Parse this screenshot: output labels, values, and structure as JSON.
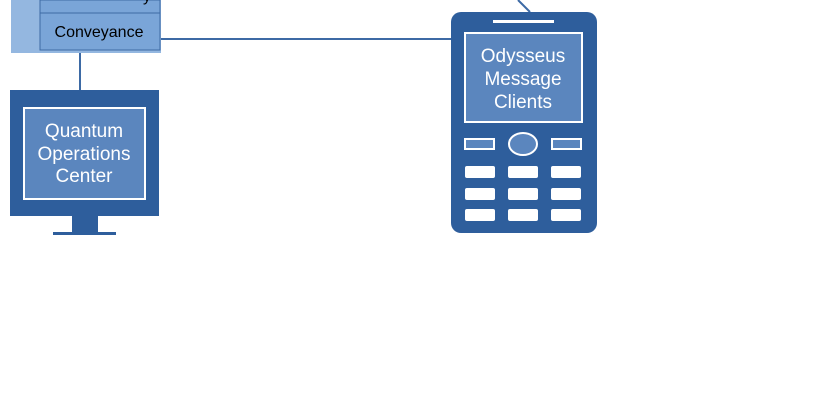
{
  "stack": {
    "rows": [
      {
        "label": "y"
      },
      {
        "label": "Conveyance"
      }
    ]
  },
  "monitor": {
    "lines": [
      "Quantum",
      "Operations",
      "Center"
    ]
  },
  "phone": {
    "lines": [
      "Odysseus",
      "Message",
      "Clients"
    ]
  },
  "colors": {
    "device_fill": "#2e5e9c",
    "screen_fill": "#5b86be",
    "stack_fill": "#7aa5d8",
    "stack_back": "#94b7e0",
    "connector": "#3d6aa5",
    "text_light": "#ffffff",
    "text_dark": "#000000"
  }
}
